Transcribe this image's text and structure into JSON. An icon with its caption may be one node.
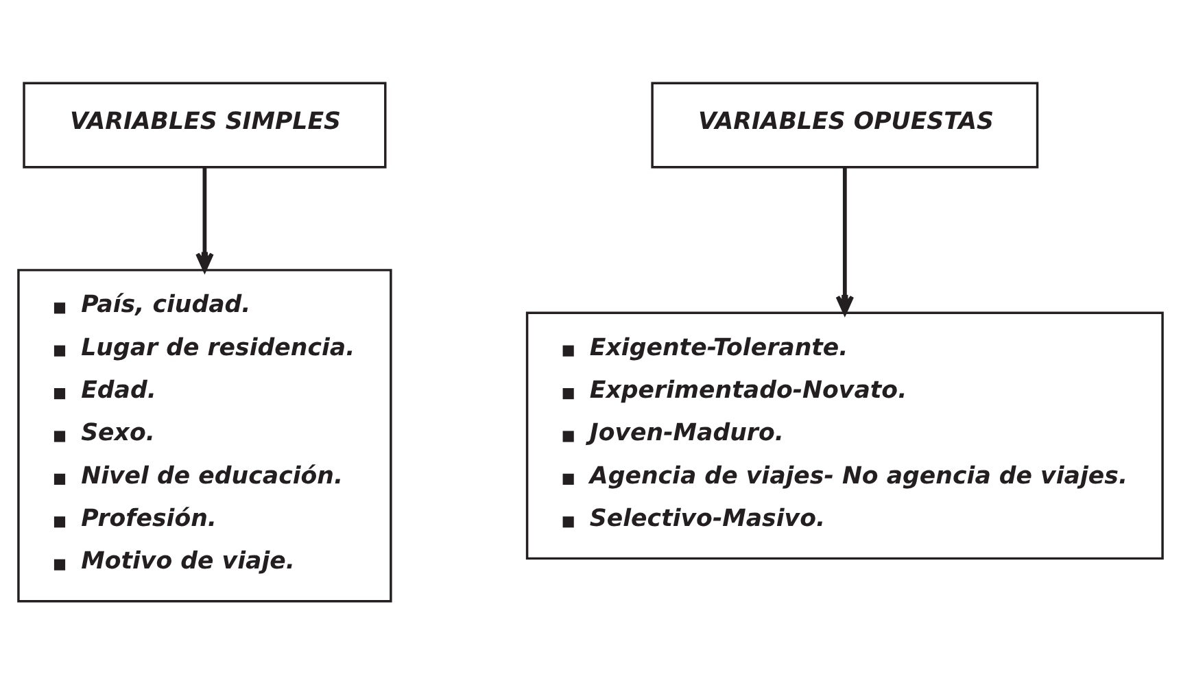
{
  "diagram": {
    "nodes": [
      {
        "text": [
          "VARIABLES SIMPLES"
        ]
      },
      {
        "text": [
          "País, ciudad.",
          "Lugar de residencia.",
          "Edad.",
          "Sexo.",
          "Nivel de educación.",
          "Profesión.",
          "Motivo de viaje."
        ]
      },
      {
        "text": [
          "VARIABLES OPUESTAS"
        ]
      },
      {
        "text": [
          "Exigente-Tolerante.",
          "Experimentado-Novato.",
          "Joven-Maduro.",
          "Agencia de viajes- No agencia de viajes.",
          "Selectivo-Masivo."
        ]
      }
    ],
    "edges": [
      {
        "from": 0,
        "to": 1,
        "arrow": "to"
      },
      {
        "from": 2,
        "to": 3,
        "arrow": "to"
      }
    ]
  }
}
